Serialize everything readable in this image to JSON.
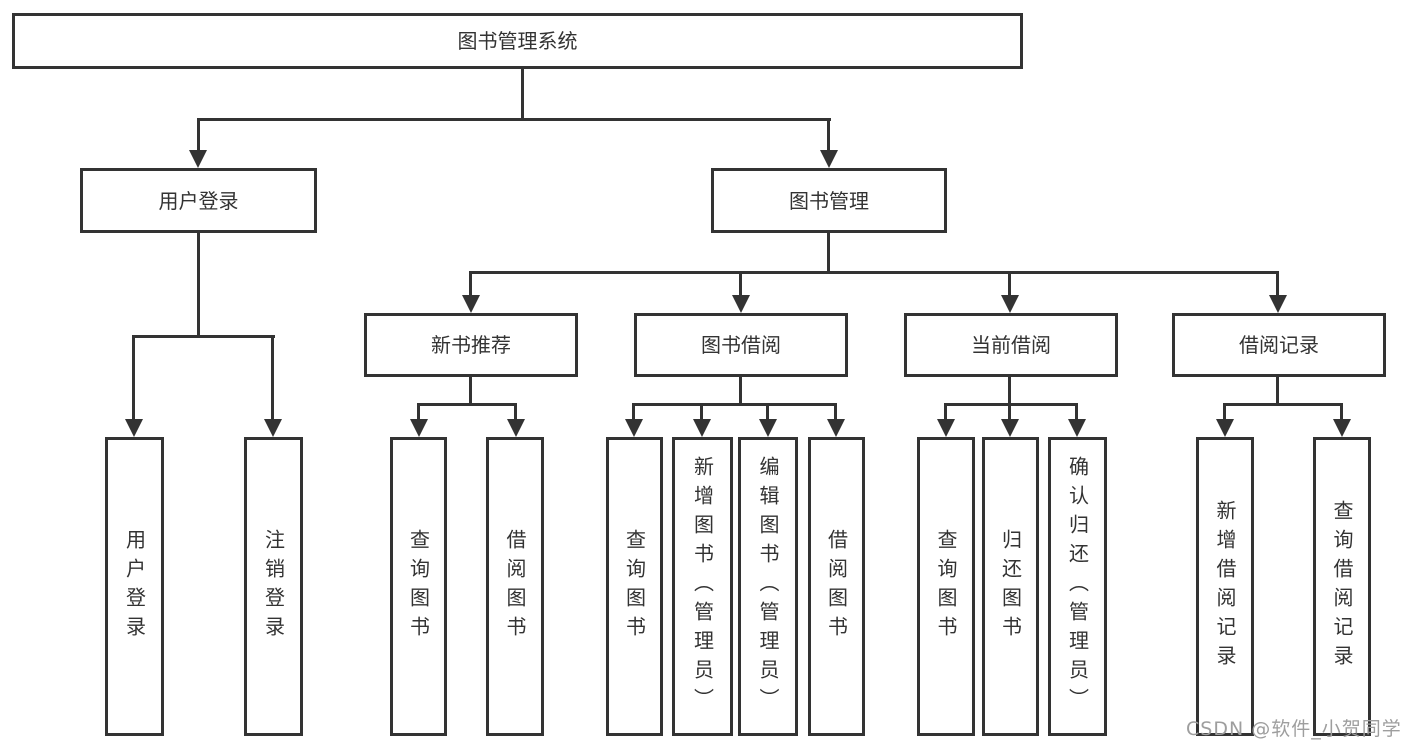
{
  "diagram": {
    "root": {
      "label": "图书管理系统"
    },
    "level2": [
      {
        "label": "用户登录"
      },
      {
        "label": "图书管理"
      }
    ],
    "level3": [
      {
        "label": "新书推荐"
      },
      {
        "label": "图书借阅"
      },
      {
        "label": "当前借阅"
      },
      {
        "label": "借阅记录"
      }
    ],
    "leaves": {
      "user_login": [
        "用户登录",
        "注销登录"
      ],
      "new_book_rec": [
        "查询图书",
        "借阅图书"
      ],
      "book_borrow": [
        "查询图书",
        "新增图书（管理员）",
        "编辑图书（管理员）",
        "借阅图书"
      ],
      "current_borrow": [
        "查询图书",
        "归还图书",
        "确认归还（管理员）"
      ],
      "borrow_record": [
        "新增借阅记录",
        "查询借阅记录"
      ]
    }
  },
  "watermark": {
    "text": "CSDN @软件_小贺同学"
  },
  "colors": {
    "line": "#333333",
    "text": "#333333",
    "box_bg": "#ffffff",
    "watermark": "#9e9e9e",
    "background": "#ffffff"
  }
}
